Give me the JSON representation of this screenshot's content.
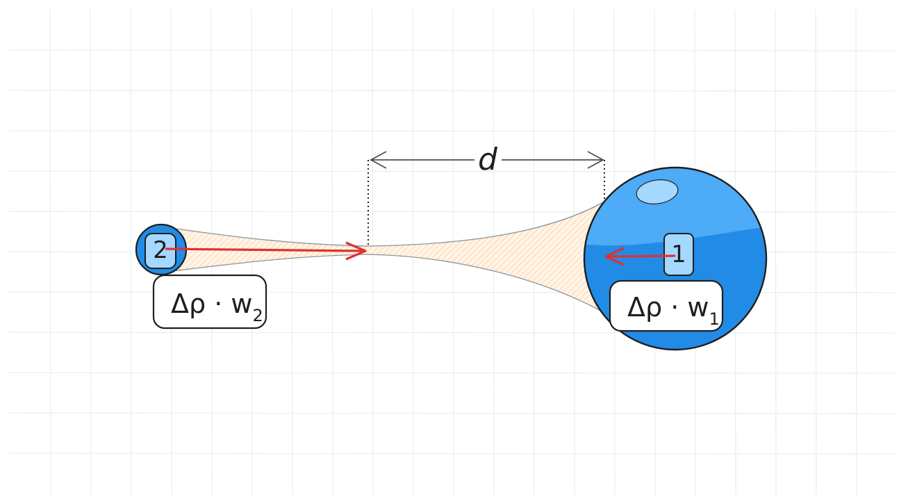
{
  "diagram": {
    "distance_label": "d",
    "particle_1": {
      "index": "1",
      "force_label": "Δρ · w",
      "force_subscript": "1"
    },
    "particle_2": {
      "index": "2",
      "force_label": "Δρ · w",
      "force_subscript": "2"
    },
    "colors": {
      "particle_fill": "#228be6",
      "particle_highlight": "#4dabf7",
      "index_box_fill": "#a5d8ff",
      "force_arrow": "#e03131",
      "bridge_fill": "#ffc078",
      "grid": "#e9ecef",
      "ink": "#1e1e1e"
    }
  }
}
